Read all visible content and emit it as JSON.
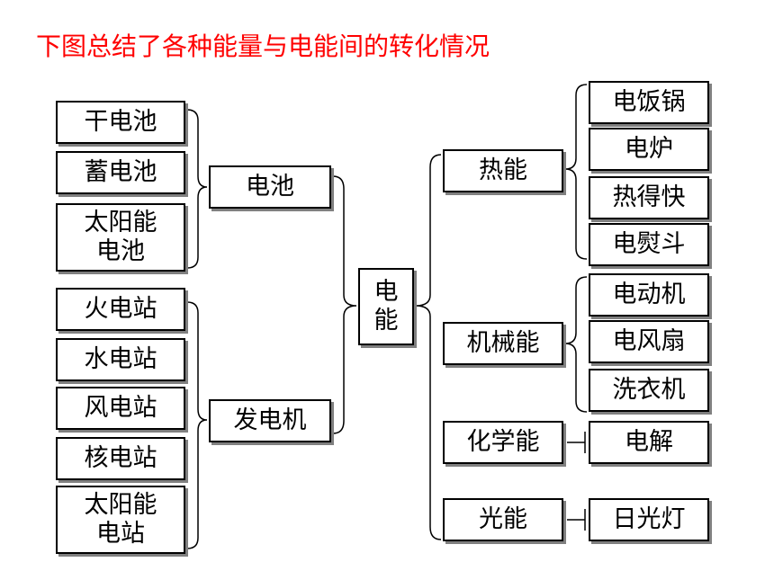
{
  "title": "下图总结了各种能量与电能间的转化情况",
  "center": "电\n能",
  "sources": {
    "battery_group": "电池",
    "generator_group": "发电机",
    "batteries": [
      "干电池",
      "蓄电池",
      "太阳能\n电池"
    ],
    "stations": [
      "火电站",
      "水电站",
      "风电站",
      "核电站",
      "太阳能\n电站"
    ]
  },
  "outputs": {
    "heat": {
      "label": "热能",
      "items": [
        "电饭锅",
        "电炉",
        "热得快",
        "电熨斗"
      ]
    },
    "mechanical": {
      "label": "机械能",
      "items": [
        "电动机",
        "电风扇",
        "洗衣机"
      ]
    },
    "chemical": {
      "label": "化学能",
      "items": [
        "电解"
      ]
    },
    "light": {
      "label": "光能",
      "items": [
        "日光灯"
      ]
    }
  }
}
